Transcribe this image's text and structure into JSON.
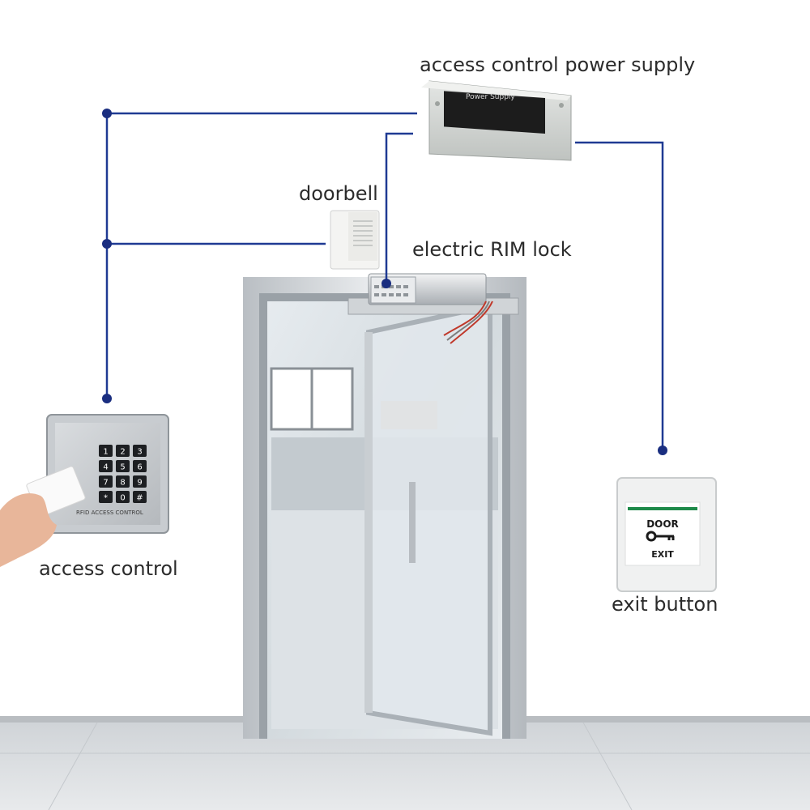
{
  "labels": {
    "power_supply": "access control power supply",
    "doorbell": "doorbell",
    "rim_lock": "electric RIM lock",
    "access_control": "access control",
    "exit_button": "exit button"
  },
  "power_supply_panel": {
    "title": "Power Supply"
  },
  "keypad": {
    "keys": [
      "1",
      "2",
      "3",
      "4",
      "5",
      "6",
      "7",
      "8",
      "9",
      "*",
      "0",
      "#"
    ],
    "brand_text": "RFID ACCESS CONTROL"
  },
  "exit_plate": {
    "top_text": "DOOR",
    "bottom_text": "EXIT"
  },
  "colors": {
    "wire": "#1f3a93",
    "wire_dot": "#1a2e80",
    "wall": "#ffffff",
    "floor": "#d9dcdf"
  }
}
